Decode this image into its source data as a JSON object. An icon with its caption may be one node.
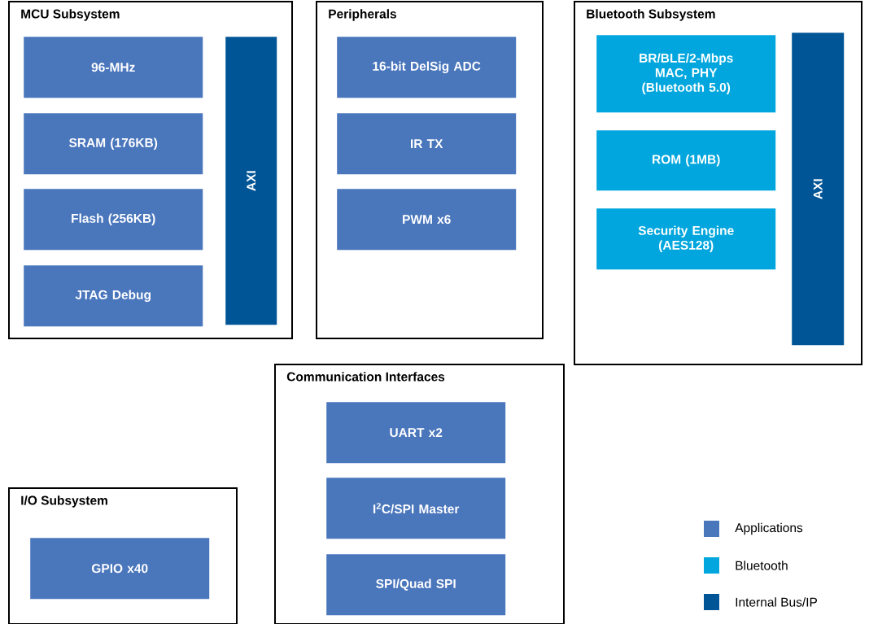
{
  "diagram": {
    "nodes": [
      {
        "text": [
          "MCU Subsystem"
        ]
      },
      {
        "text": [
          "96-MHz"
        ],
        "in": 0
      },
      {
        "text": [
          "SRAM (176KB)"
        ],
        "in": 0
      },
      {
        "text": [
          "Flash (256KB)"
        ],
        "in": 0
      },
      {
        "text": [
          "JTAG Debug"
        ],
        "in": 0
      },
      {
        "text": [
          "AXI"
        ],
        "in": 0
      },
      {
        "text": [
          "Peripherals"
        ]
      },
      {
        "text": [
          "16-bit DelSig ADC"
        ],
        "in": 6
      },
      {
        "text": [
          "IR TX"
        ],
        "in": 6
      },
      {
        "text": [
          "PWM x6"
        ],
        "in": 6
      },
      {
        "text": [
          "Bluetooth Subsystem"
        ]
      },
      {
        "text": [
          "BR/BLE/2-Mbps MAC, PHY (Bluetooth 5.0)"
        ],
        "in": 10
      },
      {
        "text": [
          "ROM (1MB)"
        ],
        "in": 10
      },
      {
        "text": [
          "Security Engine (AES128)"
        ],
        "in": 10
      },
      {
        "text": [
          "AXI"
        ],
        "in": 10
      },
      {
        "text": [
          "Communication Interfaces"
        ]
      },
      {
        "text": [
          "UART x2"
        ],
        "in": 15
      },
      {
        "text": [
          "I$^{2}$C/SPI Master"
        ],
        "in": 15
      },
      {
        "text": [
          "SPI/Quad SPI"
        ],
        "in": 15
      },
      {
        "text": [
          "I/O Subsystem"
        ]
      },
      {
        "text": [
          "GPIO x40"
        ],
        "in": 19
      }
    ],
    "legend": [
      {
        "text": "Applications",
        "color": "#4a76bc"
      },
      {
        "text": "Bluetooth",
        "color": "#00a6dd"
      },
      {
        "text": "Internal Bus/IP",
        "color": "#005596"
      }
    ]
  }
}
